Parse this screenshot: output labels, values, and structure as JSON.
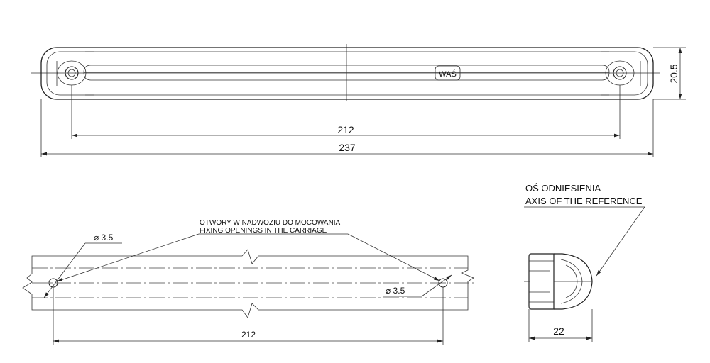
{
  "top_view": {
    "logo": "WAŚ",
    "dim_height": "20.5",
    "dim_holes": "212",
    "dim_total": "237"
  },
  "mounting_view": {
    "note_pl": "OTWORY W NADWOZIU DO MOCOWANIA",
    "note_en": "FIXING OPENINGS IN THE CARRIAGE",
    "hole_left_label": "⌀ 3.5",
    "hole_right_label": "⌀ 3.5",
    "dim_spacing": "212"
  },
  "side_view": {
    "axis_pl": "OŚ ODNIESIENIA",
    "axis_en": "AXIS OF THE REFERENCE",
    "dim_depth": "22"
  },
  "colors": {
    "line": "#222222",
    "background": "#ffffff"
  }
}
